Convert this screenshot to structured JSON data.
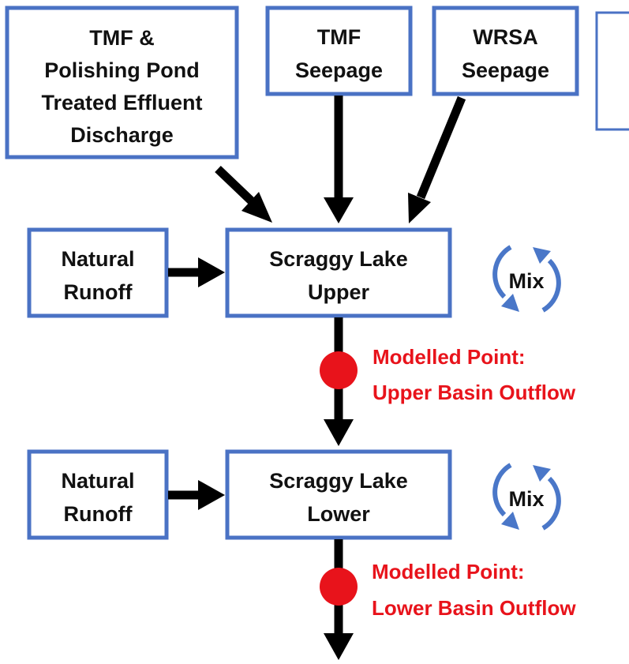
{
  "nodes": {
    "tmf_discharge": {
      "lines": [
        "TMF &",
        "Polishing Pond",
        "Treated Effluent",
        "Discharge"
      ]
    },
    "tmf_seepage": {
      "lines": [
        "TMF",
        "Seepage"
      ]
    },
    "wrsa_seepage": {
      "lines": [
        "WRSA",
        "Seepage"
      ]
    },
    "natural_runoff_upper": {
      "lines": [
        "Natural",
        "Runoff"
      ]
    },
    "scraggy_upper": {
      "lines": [
        "Scraggy Lake",
        "Upper"
      ]
    },
    "natural_runoff_lower": {
      "lines": [
        "Natural",
        "Runoff"
      ]
    },
    "scraggy_lower": {
      "lines": [
        "Scraggy Lake",
        "Lower"
      ]
    }
  },
  "mix": {
    "upper_label": "Mix",
    "lower_label": "Mix"
  },
  "modelled_points": {
    "upper": {
      "line1": "Modelled Point:",
      "line2": "Upper Basin Outflow"
    },
    "lower": {
      "line1": "Modelled Point:",
      "line2": "Lower Basin Outflow"
    }
  },
  "colors": {
    "box_border": "#4a72c4",
    "marker": "#e8131b",
    "mix_arrows": "#4a77c8",
    "arrows": "#000000"
  }
}
